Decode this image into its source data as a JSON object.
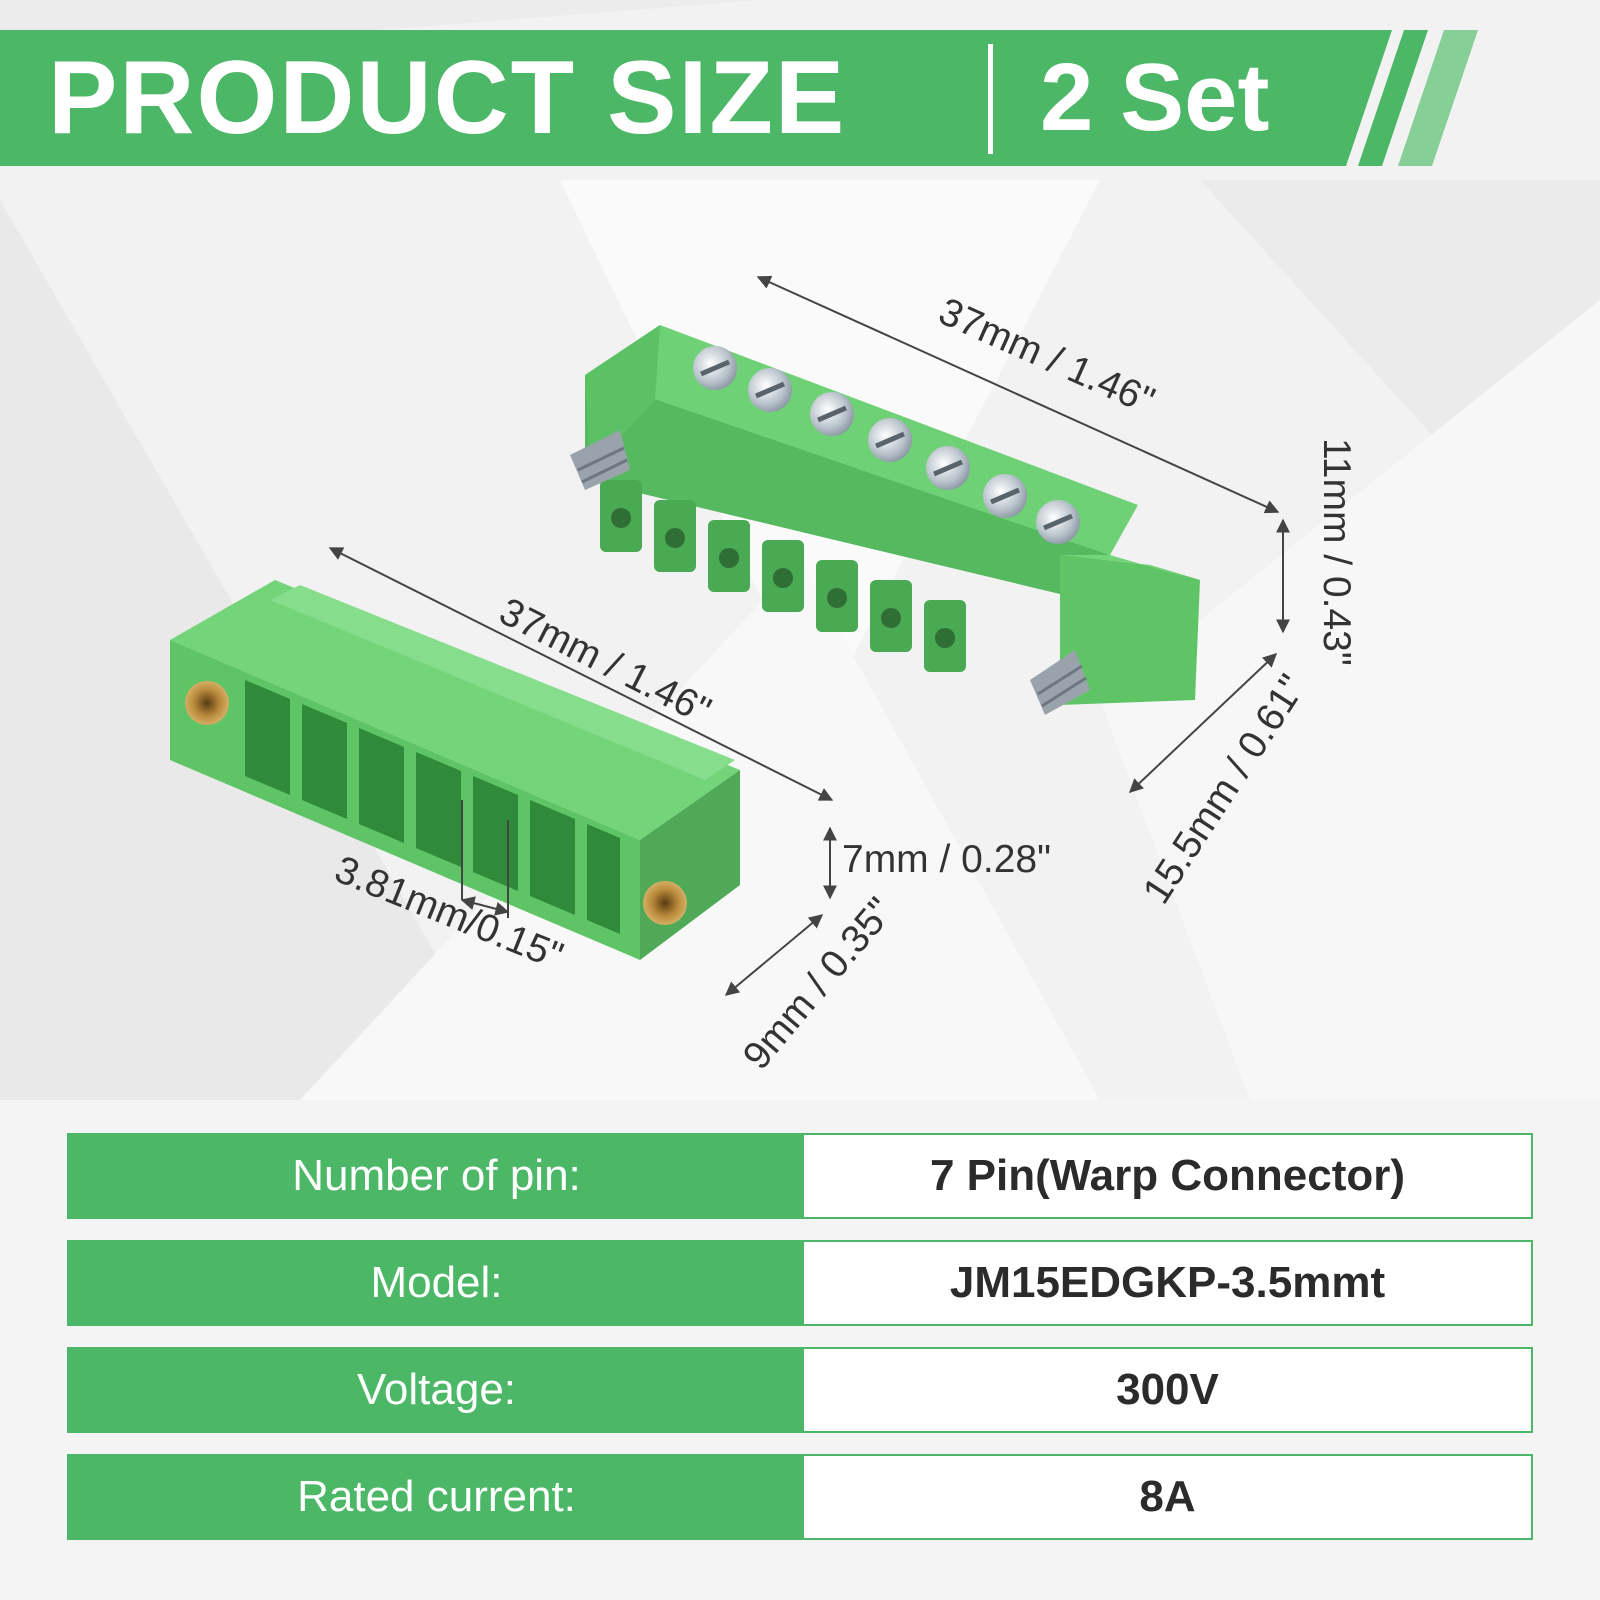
{
  "banner": {
    "title": "PRODUCT SIZE",
    "divider": "|",
    "subtitle": "2 Set"
  },
  "colors": {
    "brand_green": "#4cb766",
    "connector_green": "#63c76b",
    "connector_shadow": "#3f9e4a",
    "text_dark": "#333333"
  },
  "dimensions": {
    "plug_length": "37mm / 1.46\"",
    "plug_height": "11mm / 0.43\"",
    "plug_depth": "15.5mm / 0.61\"",
    "header_length": "37mm / 1.46\"",
    "header_height": "7mm / 0.28\"",
    "header_depth": "9mm / 0.35\"",
    "pin_pitch": "3.81mm/0.15\""
  },
  "specs": [
    {
      "label": "Number of pin:",
      "value": "7 Pin(Warp Connector)"
    },
    {
      "label": "Model:",
      "value": "JM15EDGKP-3.5mmt"
    },
    {
      "label": "Voltage:",
      "value": "300V"
    },
    {
      "label": "Rated current:",
      "value": "8A"
    }
  ]
}
